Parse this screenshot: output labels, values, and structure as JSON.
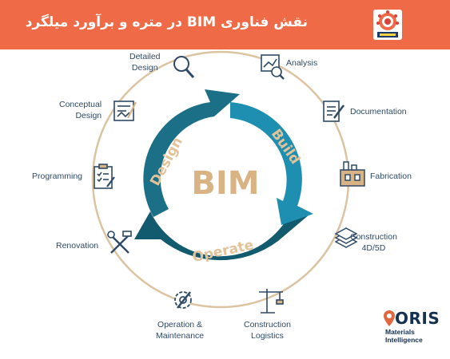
{
  "banner": {
    "title": "نقش فناوری BIM در متره و برآورد میلگرد",
    "logo_icon": "company-emblem-icon"
  },
  "cycle": {
    "center": "BIM",
    "segments": [
      "Design",
      "Build",
      "Operate"
    ],
    "colors": {
      "design": "#1b6f86",
      "build": "#1e8fb0",
      "operate": "#125a6e",
      "center_text": "#d9b384",
      "segment_text": "#e2c298",
      "ring": "#dcc3a2"
    }
  },
  "stages": [
    {
      "label": "Detailed\nDesign",
      "icon": "magnifier-icon"
    },
    {
      "label": "Analysis",
      "icon": "chart-analysis-icon"
    },
    {
      "label": "Documentation",
      "icon": "document-edit-icon"
    },
    {
      "label": "Fabrication",
      "icon": "factory-icon"
    },
    {
      "label": "Construction\n4D/5D",
      "icon": "layers-stack-icon"
    },
    {
      "label": "Construction\nLogistics",
      "icon": "crane-icon"
    },
    {
      "label": "Operation &\nMaintenance",
      "icon": "gear-wrench-icon"
    },
    {
      "label": "Renovation",
      "icon": "hammer-wrench-icon"
    },
    {
      "label": "Programming",
      "icon": "clipboard-checklist-icon"
    },
    {
      "label": "Conceptual\nDesign",
      "icon": "blueprint-icon"
    }
  ],
  "brand": {
    "name": "ORIS",
    "tagline": "Materials\nIntelligence",
    "icon": "location-pin-icon"
  }
}
